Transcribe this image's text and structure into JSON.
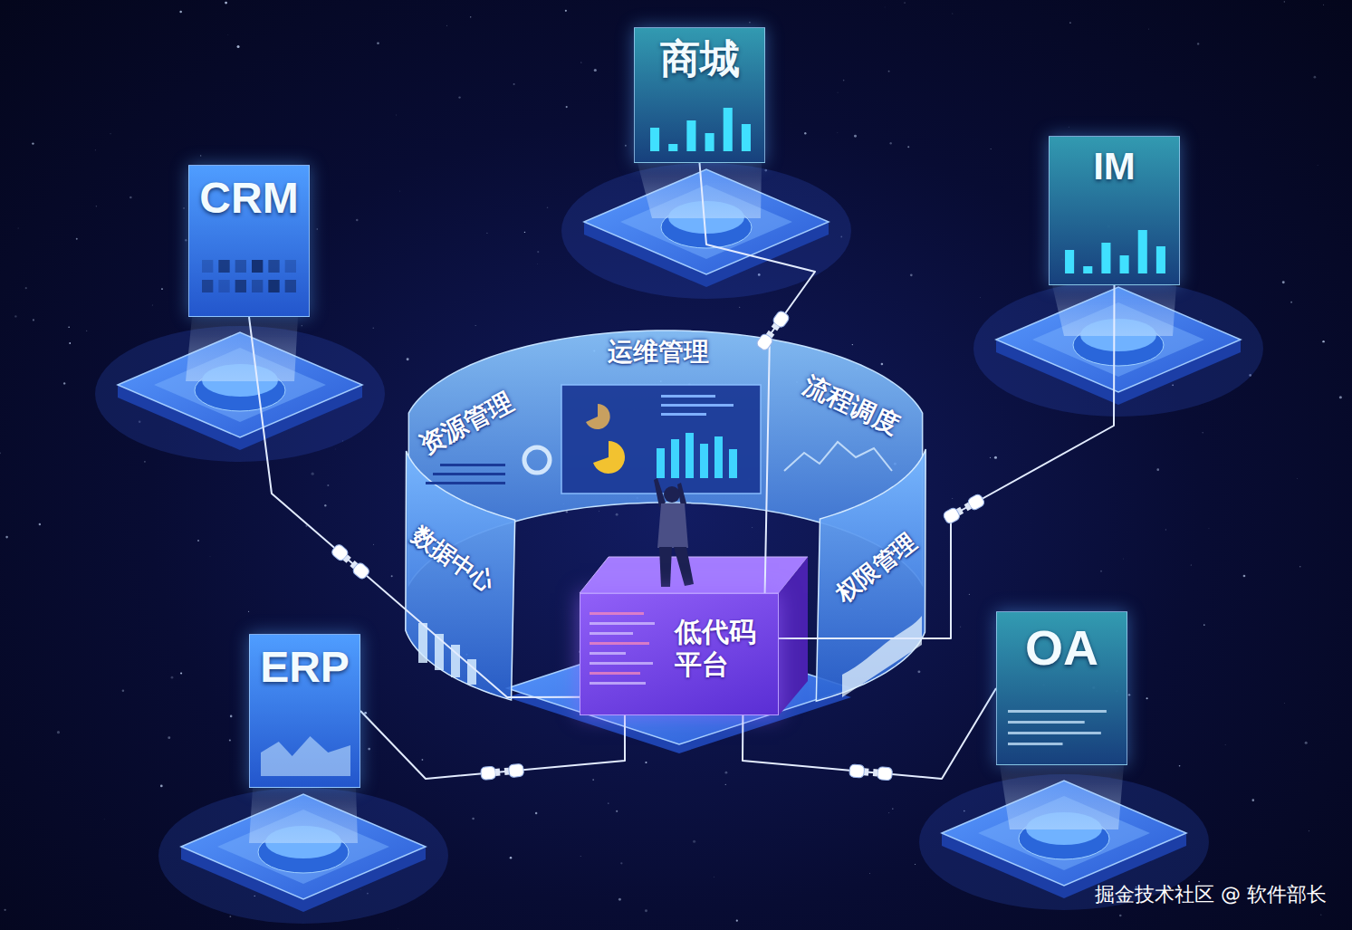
{
  "diagram": {
    "nodes": [
      {
        "text": [
          "商城"
        ]
      },
      {
        "text": [
          "CRM"
        ]
      },
      {
        "text": [
          "IM"
        ]
      },
      {
        "text": [
          "资源管理"
        ]
      },
      {
        "text": [
          "运维管理"
        ]
      },
      {
        "text": [
          "流程调度"
        ]
      },
      {
        "text": [
          "数据中心"
        ]
      },
      {
        "text": [
          "低代码 平台"
        ]
      },
      {
        "text": [
          "权限管理"
        ]
      },
      {
        "text": [
          "ERP"
        ]
      },
      {
        "text": [
          "OA"
        ]
      }
    ],
    "edges": [
      {
        "from": 0,
        "to": 7,
        "arrow": "none"
      },
      {
        "from": 1,
        "to": 7,
        "arrow": "none"
      },
      {
        "from": 2,
        "to": 7,
        "arrow": "none"
      },
      {
        "from": 9,
        "to": 7,
        "arrow": "none"
      },
      {
        "from": 10,
        "to": 7,
        "arrow": "none"
      }
    ],
    "labels": [
      "掘金技术社区 @ 软件部长"
    ]
  }
}
